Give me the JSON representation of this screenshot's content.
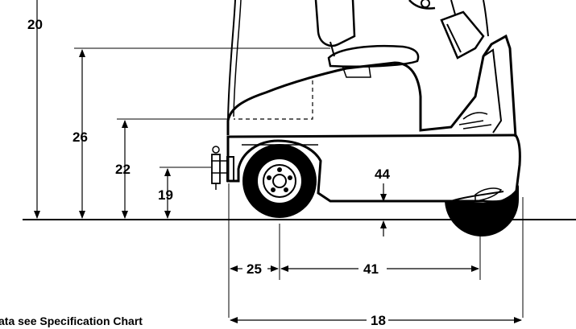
{
  "dimensions": {
    "overall_height": "20",
    "seat_height": "26",
    "deck_height": "22",
    "hitch_height": "19",
    "ground_clearance": "44",
    "front_overhang": "25",
    "wheelbase": "41",
    "overall_length": "18"
  },
  "note": "ata see Specification Chart",
  "colors": {
    "line": "#000000",
    "background": "#ffffff",
    "tire": "#000000",
    "wheel_rim": "#ffffff"
  }
}
